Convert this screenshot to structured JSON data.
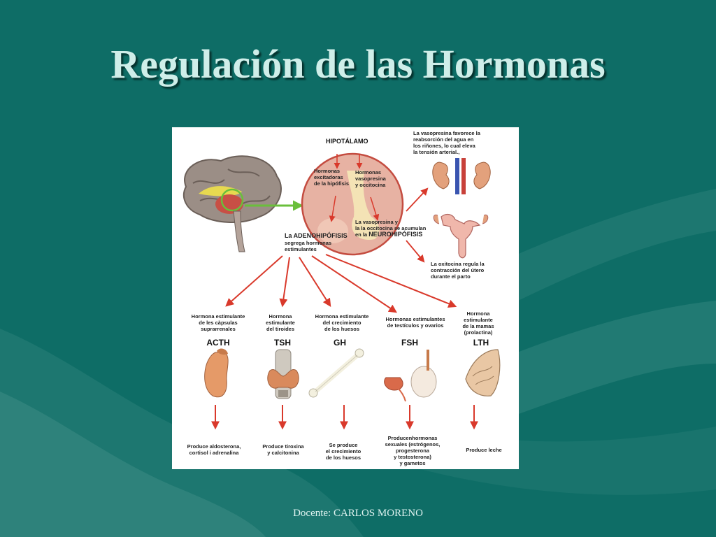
{
  "slide": {
    "title": "Regulación de las Hormonas",
    "footer": "Docente: CARLOS MORENO"
  },
  "colors": {
    "background": "#0e6d66",
    "title": "#cfeee9",
    "arrows": "#d9392b",
    "green_arrow": "#6abf3b"
  },
  "diagram": {
    "hipotalamo": "HIPOTÁLAMO",
    "excitadoras": "Hormonas\nexcitadoras\nde la hipófisis",
    "vasopresina_occitocina": "Hormonas\nvasopresina\ny occitocina",
    "acumulan": "La vasopresina y\nla la occitocina se acumulan\nen la",
    "neurohipofisis": "NEUROHIPÓFISIS",
    "adenohipofisis": "La ADENOHIPÓFISIS",
    "segrega": "segrega hormonas\nestimulantes",
    "vasopresina_text": "La vasopresina favorece la\nreabsorción del agua en\nlos riñones, lo cual eleva\nla tensión arterial.,",
    "oxitocina_text": "La oxitocina regula la\ncontracción del útero\ndurante el parto",
    "hormones": [
      {
        "description": "Hormona estimulante\nde les càpsulas\nsuprarrenales",
        "abbr": "ACTH",
        "effect": "Produce aldosterona,\ncortisol i adrenalina"
      },
      {
        "description": "Hormona\nestimulante\ndel tiroides",
        "abbr": "TSH",
        "effect": "Produce tiroxina\ny calcitonina"
      },
      {
        "description": "Hormona estimulante\ndel crecimiento\nde los huesos",
        "abbr": "GH",
        "effect": "Se produce\nel crecimiento\nde los huesos"
      },
      {
        "description": "Hormonas estimulantes\nde testículos y ovarios",
        "abbr": "FSH",
        "effect": "Producenhormonas\nsexuales (estrógenos,\nprogesterona\ny testosterona)\ny gametos"
      },
      {
        "description": "Hormona\nestimulante\nde la mamas\n(prolactina)",
        "abbr": "LTH",
        "effect": "Produce leche"
      }
    ]
  }
}
